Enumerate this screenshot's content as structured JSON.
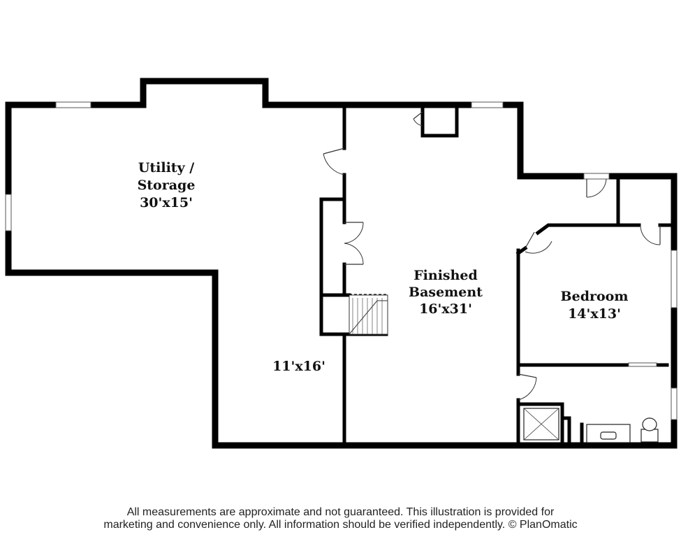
{
  "rooms": {
    "utility": {
      "line1": "Utility /",
      "line2": "Storage",
      "dims": "30'x15'"
    },
    "finished": {
      "line1": "Finished",
      "line2": "Basement",
      "dims": "16'x31'"
    },
    "bedroom": {
      "line1": "Bedroom",
      "dims": "14'x13'"
    },
    "hall": {
      "dims": "11'x16'"
    }
  },
  "disclaimer": {
    "line1": "All measurements are approximate and not guaranteed. This illustration is provided for",
    "line2": "marketing and convenience only. All information should be verified independently. © PlanOmatic"
  }
}
